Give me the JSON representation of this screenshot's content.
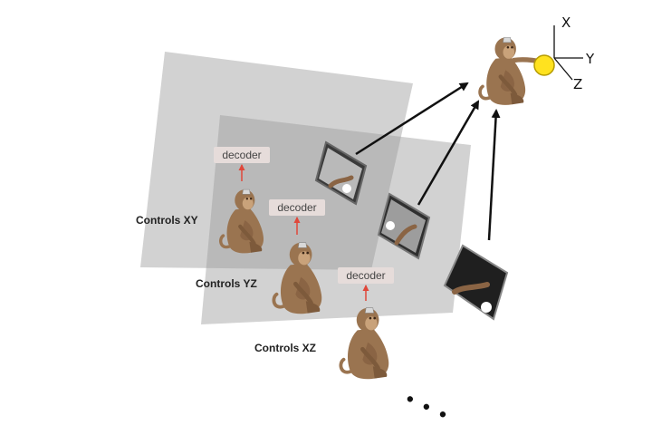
{
  "labels": {
    "controls_xy": "Controls XY",
    "controls_yz": "Controls YZ",
    "controls_xz": "Controls XZ"
  },
  "decoder_label": "decoder",
  "axes": {
    "x": "X",
    "y": "Y",
    "z": "Z"
  },
  "continuation": "• • •",
  "colors": {
    "plane": "#9b9b9b",
    "monkey": "#9a7450",
    "monkey_dark": "#6b4a2e",
    "decoder_box": "#e6dcda",
    "decoder_arrow": "#e0473a",
    "target": "#ffe21f",
    "screen": "#1f1f1f",
    "arrow": "#111111"
  },
  "icons": {
    "monkey": "monkey-icon",
    "screen": "monitor-icon",
    "target": "sphere-target-icon",
    "decoder": "decoder-box"
  }
}
